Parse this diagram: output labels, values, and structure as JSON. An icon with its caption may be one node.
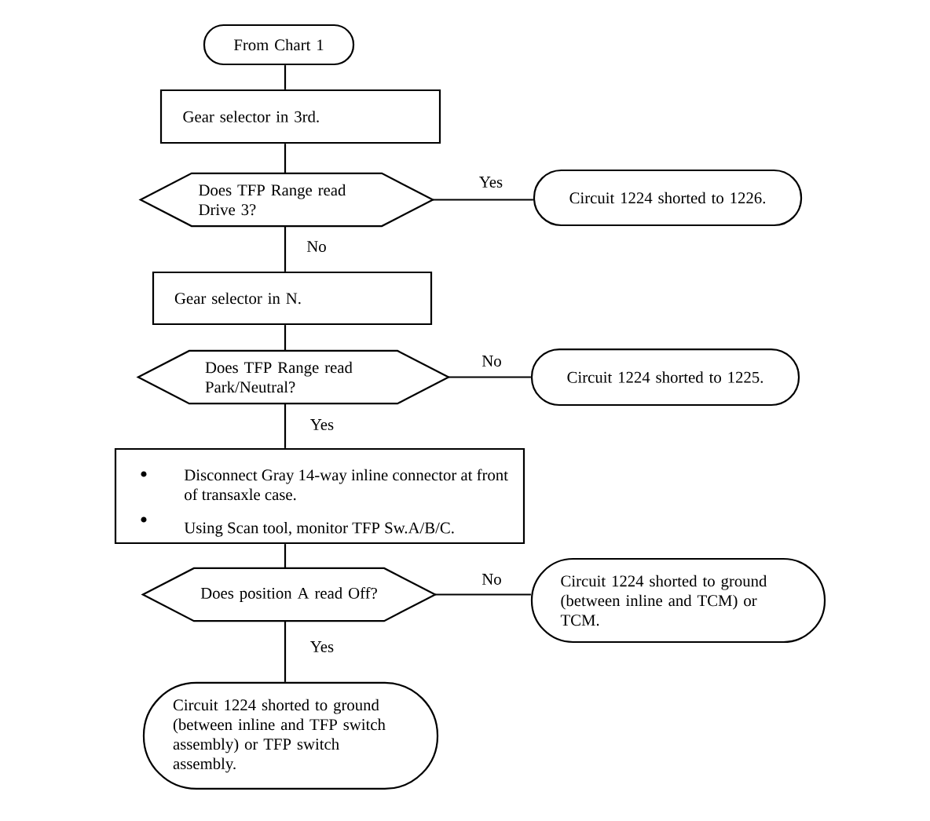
{
  "diagram": {
    "nodes": [
      {
        "text": [
          "From Chart 1"
        ]
      },
      {
        "text": [
          "Gear selector in 3rd."
        ]
      },
      {
        "text": [
          "Does TFP Range read Drive 3?"
        ]
      },
      {
        "text": [
          "Circuit 1224 shorted to 1226."
        ]
      },
      {
        "text": [
          "Gear selector in N."
        ]
      },
      {
        "text": [
          "Does TFP Range read Park/Neutral?"
        ]
      },
      {
        "text": [
          "Circuit 1224 shorted to 1225."
        ]
      },
      {
        "text": [
          "Disconnect Gray 14-way inline connector at front of transaxle case.",
          "Using Scan tool, monitor TFP Sw.A/B/C."
        ]
      },
      {
        "text": [
          "Does position A read Off?"
        ]
      },
      {
        "text": [
          "Circuit 1224 shorted to ground (between inline and TCM) or TCM."
        ]
      },
      {
        "text": [
          "Circuit 1224 shorted to ground (between inline and TFP switch assembly) or TFP switch assembly."
        ]
      }
    ],
    "edges": [
      {
        "from": 0,
        "to": 1,
        "arrow": "none"
      },
      {
        "from": 1,
        "to": 2,
        "arrow": "none"
      },
      {
        "from": 2,
        "to": 3,
        "arrow": "none",
        "label": "Yes"
      },
      {
        "from": 2,
        "to": 4,
        "arrow": "none",
        "label": "No"
      },
      {
        "from": 4,
        "to": 5,
        "arrow": "none"
      },
      {
        "from": 5,
        "to": 6,
        "arrow": "none",
        "label": "No"
      },
      {
        "from": 5,
        "to": 7,
        "arrow": "none",
        "label": "Yes"
      },
      {
        "from": 7,
        "to": 8,
        "arrow": "none"
      },
      {
        "from": 8,
        "to": 9,
        "arrow": "none",
        "label": "No"
      },
      {
        "from": 8,
        "to": 10,
        "arrow": "none",
        "label": "Yes"
      }
    ]
  }
}
